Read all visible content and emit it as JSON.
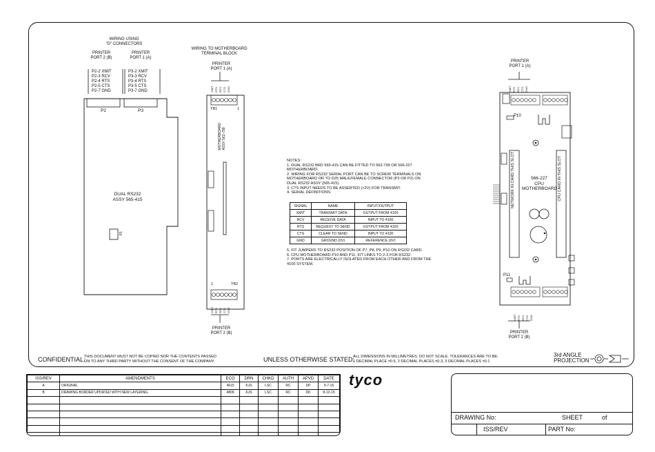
{
  "left_board": {
    "heading": [
      "WIRING USING",
      "\"D\" CONNECTORS"
    ],
    "port2_label": [
      "PRINTER",
      "PORT 2 (B)"
    ],
    "port1_label": [
      "PRINTER",
      "PORT 1 (A)"
    ],
    "port2_pins": [
      "P2-2 XMIT",
      "P2-3 RCV",
      "P2-4 RTS",
      "P2-5 CTS",
      "P2-7 GND"
    ],
    "port1_pins": [
      "P3-2 XMIT",
      "P3-3 RCV",
      "P3-4 RTS",
      "P3-5 CTS",
      "P3-7 GND"
    ],
    "conn_p2": "P2",
    "conn_p3": "P3",
    "board_name": [
      "DUAL RS232",
      "ASSY 565-415"
    ],
    "p1_label": "P1"
  },
  "mid_board": {
    "heading": [
      "WIRING TO MOTHERBOARD",
      "TERMINAL BLOCK"
    ],
    "top_port": [
      "PRINTER",
      "PORT 1 (A)"
    ],
    "top_signals": [
      "XMIT",
      "RTS",
      "RCV",
      "CTS",
      "GND"
    ],
    "tb1": "TB1",
    "tb1_num": "1",
    "board_name": [
      "MOTHERBOARD",
      "ASSY 562-799"
    ],
    "tb2_num": "1",
    "tb2": "TB2",
    "bottom_signals": [
      "XMIT",
      "RTS",
      "RCV",
      "CTS",
      "GND"
    ],
    "bottom_port": [
      "PRINTER",
      "PORT 2 (B)"
    ]
  },
  "notes": {
    "title": "NOTES:",
    "lines_a": [
      "1.  DUAL RS232 BRD 565-415 CAN BE FITTED TO 562-799 OR 566-227",
      "     MOTHERBOARD.",
      "2.  WIRING FOR RS232 SERIAL PORT CAN BE TO SCREW TERMINALS ON",
      "     MOTHERBOARD OR TO D25 MALE/FEMALE CONNECTOR (P3 OR P2) ON",
      "     DUAL RS232 ASSY (565-415).",
      "3.  CTS INPUT NEEDS TO BE ASSERTED (>2V) FOR TRANSMIT.",
      "4.  SERIAL DEFINITIONS:"
    ],
    "table_header": [
      "SIGNAL",
      "NAME",
      "INPUT/OUTPUT"
    ],
    "table_rows": [
      [
        "XMIT",
        "TRANSMIT DATA",
        "OUTPUT FROM 4100"
      ],
      [
        "RCV",
        "RECEIVE DATA",
        "INPUT TO 4100"
      ],
      [
        "RTS",
        "REQUEST TO SEND",
        "OUTPUT FROM 4100"
      ],
      [
        "CTS",
        "CLEAR TO SEND",
        "INPUT TO 4100"
      ],
      [
        "GND",
        "GROUND (0V)",
        "REFERENCE (0V)"
      ]
    ],
    "lines_b": [
      "5.  FIT JUMPERS TO RS232 POSITION OF P7, P8, P9, P10 ON RS232 CARD.",
      "6.  CPU MOTHERBOARD P10 AND P11, FIT LINKS TO 2-3 FOR RS232.",
      "7.  PORTS ARE ELECTRICALLY ISOLATED FROM EACH OTHER AND FROM THE",
      "     4100 SYSTEM."
    ]
  },
  "right_board": {
    "top_port": [
      "PRINTER",
      "PORT 1 (A)"
    ],
    "top_signals": [
      "XMIT",
      "RTS",
      "RCV",
      "CTS",
      "GND"
    ],
    "p10": "P10",
    "p11": "P11",
    "board_name": [
      "566-227",
      "CPU",
      "MOTHERBOARD"
    ],
    "slot_left": "NETWORK IN CARD THIS SLOT",
    "slot_right": "CPU CARD IN THIS SLOT",
    "bottom_signals": [
      "XMIT",
      "RTS",
      "RCV",
      "CTS",
      "GND"
    ],
    "bottom_port": [
      "PRINTER",
      "PORT 2 (B)"
    ]
  },
  "footer": {
    "confidential_label": "CONFIDENTIAL:",
    "confidential_text": [
      "THIS DOCUMENT MUST NOT BE COPIED NOR THE CONTENTS PASSED",
      "ON TO ANY THIRD PARTY WITHOUT THE CONSENT OF THE COMPANY."
    ],
    "unless": "UNLESS  OTHERWISE  STATED:",
    "dims": [
      "ALL DIMENSIONS IN MILLIMETRES. DO NOT SCALE. TOLERANCES ARE TO BE:",
      "1 DECIMAL PLACE ±0.5, 2 DECIMAL PLACES ±0.3, 3 DECIMAL PLACES ±0.1"
    ],
    "projection": [
      "3rd  ANGLE",
      "PROJECTION"
    ]
  },
  "amendments": {
    "headers": [
      "ISS/REV",
      "AMENDMENTS",
      "ECO",
      "DRN",
      "CHKD",
      "AUTH",
      "APVD",
      "DATE"
    ],
    "rows": [
      [
        "A",
        "ORIGINAL",
        "4615",
        "KJS",
        "LSC",
        "RC",
        "DP",
        "9-7-15"
      ],
      [
        "B",
        "DRAWING BORDER UPDATED WITH NEW LAYERING.",
        "4809",
        "KJS",
        "LSC",
        "RC",
        "DK",
        "8-12-15"
      ]
    ],
    "empty_rows": 6
  },
  "logo": "tyco",
  "title_block": {
    "drawing_no": "DRAWING  No:",
    "sheet": "SHEET",
    "of": "of",
    "iss_rev": "ISS/REV",
    "part_no": "PART  No:"
  }
}
